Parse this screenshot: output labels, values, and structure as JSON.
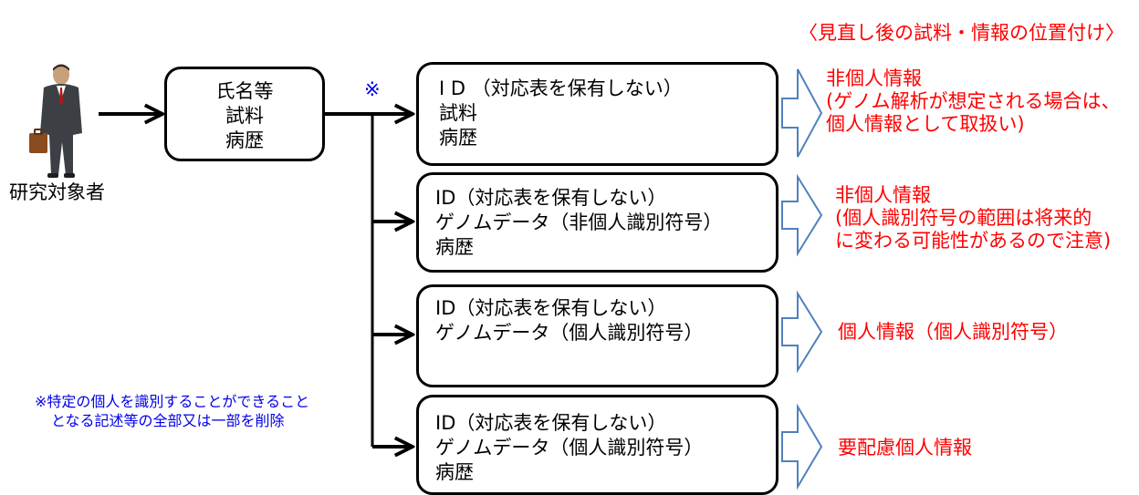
{
  "header": {
    "title": "〈見直し後の試料・情報の位置付け〉"
  },
  "subject": {
    "label": "研究対象者"
  },
  "source_box": {
    "lines": [
      "氏名等",
      "試料",
      "病歴"
    ]
  },
  "marker": "※",
  "rows": [
    {
      "lines": [
        "I D （対応表を保有しない）",
        "試料",
        "病歴"
      ],
      "classification": [
        "非個人情報",
        "(ゲノム解析が想定される場合は、",
        "個人情報として取扱い)"
      ]
    },
    {
      "lines": [
        "ID（対応表を保有しない）",
        "ゲノムデータ（非個人識別符号）",
        "病歴"
      ],
      "classification": [
        "非個人情報",
        "(個人識別符号の範囲は将来的",
        "に変わる可能性があるので注意)"
      ]
    },
    {
      "lines": [
        "ID（対応表を保有しない）",
        "ゲノムデータ（個人識別符号）"
      ],
      "classification": [
        "個人情報（個人識別符号）"
      ]
    },
    {
      "lines": [
        "ID（対応表を保有しない）",
        "ゲノムデータ（個人識別符号）",
        "病歴"
      ],
      "classification": [
        "要配慮個人情報"
      ]
    }
  ],
  "footnote": [
    "※特定の個人を識別することができること",
    "となる記述等の全部又は一部を削除"
  ],
  "colors": {
    "accent_red": "#ff0000",
    "note_blue": "#0000e6",
    "outline_blue": "#4f81bd",
    "line": "#000000"
  }
}
